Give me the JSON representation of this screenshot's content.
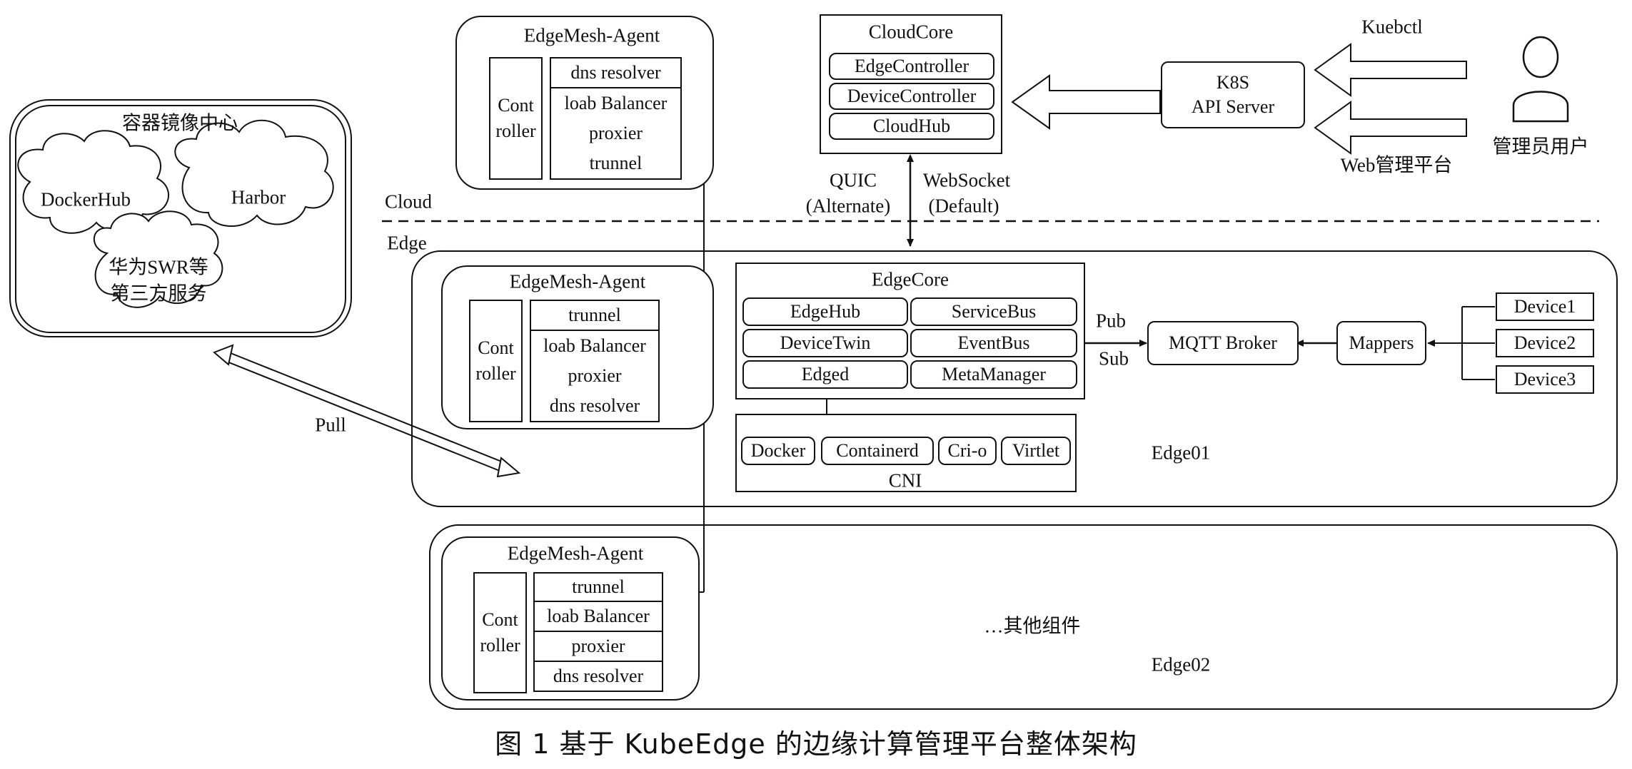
{
  "registry": {
    "title": "容器镜像中心",
    "dockerhub": "DockerHub",
    "harbor": "Harbor",
    "swr_line1": "华为SWR等",
    "swr_line2": "第三方服务"
  },
  "zones": {
    "cloud": "Cloud",
    "edge": "Edge"
  },
  "pull_label": "Pull",
  "edgemesh_cloud": {
    "title": "EdgeMesh-Agent",
    "controller_l1": "Cont",
    "controller_l2": "roller",
    "items": [
      "dns resolver",
      "loab Balancer",
      "proxier",
      "trunnel"
    ]
  },
  "edgemesh_edge01": {
    "title": "EdgeMesh-Agent",
    "controller_l1": "Cont",
    "controller_l2": "roller",
    "items": [
      "trunnel",
      "loab Balancer",
      "proxier",
      "dns resolver"
    ]
  },
  "edgemesh_edge02": {
    "title": "EdgeMesh-Agent",
    "controller_l1": "Cont",
    "controller_l2": "roller",
    "items": [
      "trunnel",
      "loab Balancer",
      "proxier",
      "dns resolver"
    ]
  },
  "cloudcore": {
    "title": "CloudCore",
    "items": [
      "EdgeController",
      "DeviceController",
      "CloudHub"
    ]
  },
  "k8s": {
    "line1": "K8S",
    "line2": "API Server"
  },
  "kubectl_label": "Kuebctl",
  "web_label": "Web管理平台",
  "user_label": "管理员用户",
  "protocols": {
    "quic": "QUIC",
    "quic_note": "(Alternate)",
    "ws": "WebSocket",
    "ws_note": "(Default)"
  },
  "edgecore": {
    "title": "EdgeCore",
    "cells": [
      "EdgeHub",
      "ServiceBus",
      "DeviceTwin",
      "EventBus",
      "Edged",
      "MetaManager"
    ]
  },
  "runtimes": {
    "items": [
      "Docker",
      "Containerd",
      "Cri-o",
      "Virtlet"
    ],
    "cni": "CNI"
  },
  "pubsub": {
    "pub": "Pub",
    "sub": "Sub"
  },
  "mqtt": "MQTT Broker",
  "mappers": "Mappers",
  "devices": [
    "Device1",
    "Device2",
    "Device3"
  ],
  "edge01_label": "Edge01",
  "edge02_label": "Edge02",
  "other_components": "…其他组件",
  "caption": "图 1    基于 KubeEdge 的边缘计算管理平台整体架构"
}
